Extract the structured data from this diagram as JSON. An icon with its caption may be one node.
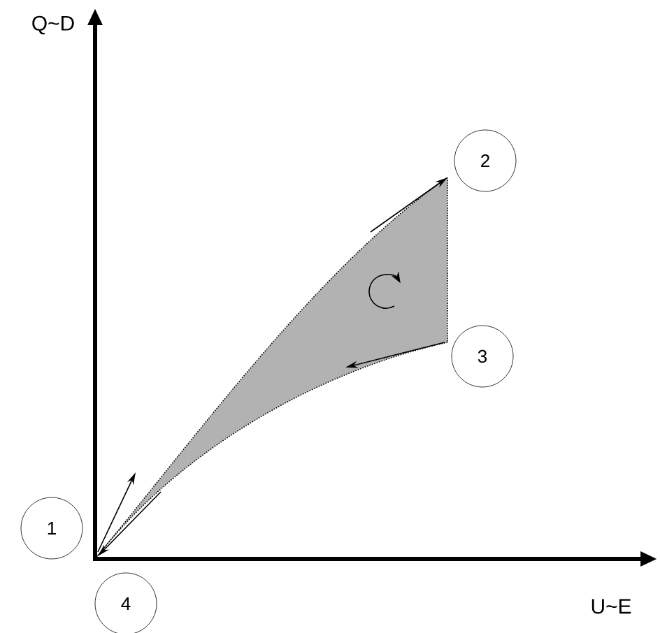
{
  "diagram": {
    "nodes": [
      {
        "text": [
          "1"
        ]
      },
      {
        "text": [
          "2"
        ]
      },
      {
        "text": [
          "3"
        ]
      },
      {
        "text": [
          "4"
        ]
      }
    ],
    "labels": [
      "Q~D",
      "U~E"
    ]
  }
}
